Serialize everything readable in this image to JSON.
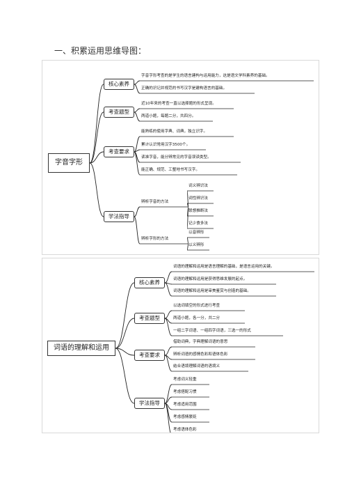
{
  "heading": "一、积累运用思维导图：",
  "maps": [
    {
      "root": "字音字形",
      "branches": [
        {
          "label": "核心素养",
          "items": [
            {
              "text": "字音字形考查的是学生的语言建构与运用能力，这是语文学科素养的基础。"
            },
            {
              "text": "正确的识记并规范的书写汉字是建构语言的基础。"
            }
          ]
        },
        {
          "label": "考查题型",
          "items": [
            {
              "text": "近10年来的考查一直以选择题的形式呈现。"
            },
            {
              "text": "两道小题，每题二分，共四分。"
            }
          ]
        },
        {
          "label": "考查要求",
          "items": [
            {
              "text": "能熟练的使用字典、词典，独立识字。"
            },
            {
              "text": "累计认识常用汉字3500个。"
            },
            {
              "text": "读准字音，能分辨常见的字音误读类型。"
            },
            {
              "text": "能正确、规范、工整地书写汉字。"
            }
          ]
        },
        {
          "label": "学法指导",
          "items": [
            {
              "text": "辨析字音的方法",
              "children": [
                "词义辨识法",
                "词性辨识法",
                "联想推断法",
                "记少食多法"
              ]
            },
            {
              "text": "辨析字形的方法",
              "children": [
                "以音辨形",
                "以义辨形"
              ]
            }
          ]
        }
      ]
    },
    {
      "root": "词语的理解和运用",
      "branches": [
        {
          "label": "核心素养",
          "items": [
            {
              "text": "词语的理解和运用是语言理解的基础，是语言运用的关键。"
            },
            {
              "text": "词语的理解和运用是获得思维发展的起点。"
            },
            {
              "text": "词语的理解和运用是审美鉴赏与创造的基础。"
            }
          ]
        },
        {
          "label": "考查题型",
          "items": [
            {
              "text": "以选词填空的形式进行考查"
            },
            {
              "text": "两道小题，各一分，共二分"
            },
            {
              "text": "一组二字词语、一组四字词语，三选一的形式"
            }
          ]
        },
        {
          "label": "考查要求",
          "items": [
            {
              "text": "借助词典，字典理解词语的意思"
            },
            {
              "text": "辨析词语的感情色彩和语体色彩"
            },
            {
              "text": "结合语境理解词语的语境义"
            }
          ]
        },
        {
          "label": "学法指导",
          "items": [
            {
              "text": "考虑词义轻重"
            },
            {
              "text": "考虑搭配习惯"
            },
            {
              "text": "考虑适用范围"
            },
            {
              "text": "考虑感情褒贬"
            },
            {
              "text": "考虑语体色彩"
            }
          ]
        }
      ]
    }
  ]
}
